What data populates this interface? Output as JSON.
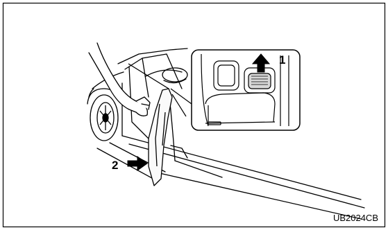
{
  "callouts": {
    "label_1": "1",
    "label_2": "2"
  },
  "figure_code": "UB2024CB",
  "colors": {
    "line": "#000000",
    "background": "#ffffff",
    "shade": "#d8d8d8"
  },
  "icons": {
    "arrow_1": "arrow-up-icon",
    "arrow_2": "arrow-right-icon"
  }
}
